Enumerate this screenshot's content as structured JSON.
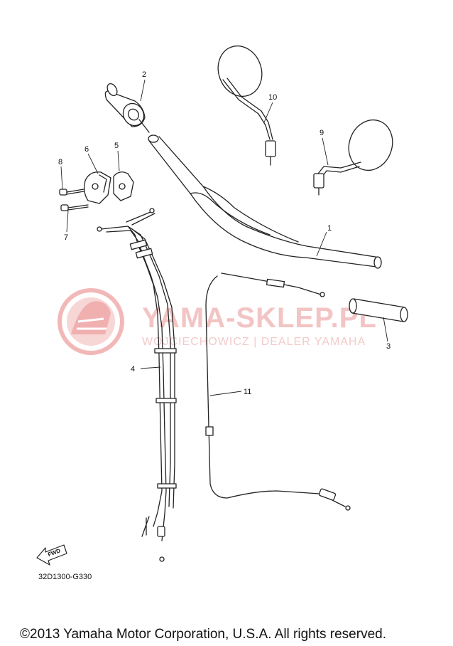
{
  "watermark": {
    "main": "YAMA-SKLEP.PL",
    "sub": "WOJCIECHOWICZ | DEALER YAMAHA",
    "color": "#e8a0a0"
  },
  "callouts": [
    {
      "id": "1",
      "label": "1"
    },
    {
      "id": "2",
      "label": "2"
    },
    {
      "id": "3",
      "label": "3"
    },
    {
      "id": "4",
      "label": "4"
    },
    {
      "id": "5",
      "label": "5"
    },
    {
      "id": "6",
      "label": "6"
    },
    {
      "id": "7",
      "label": "7"
    },
    {
      "id": "8",
      "label": "8"
    },
    {
      "id": "9",
      "label": "9"
    },
    {
      "id": "10",
      "label": "10"
    },
    {
      "id": "11",
      "label": "11"
    }
  ],
  "fwd_label": "FWD",
  "diagram_code": "32D1300-G330",
  "copyright": "©2013 Yamaha Motor Corporation, U.S.A. All rights reserved."
}
